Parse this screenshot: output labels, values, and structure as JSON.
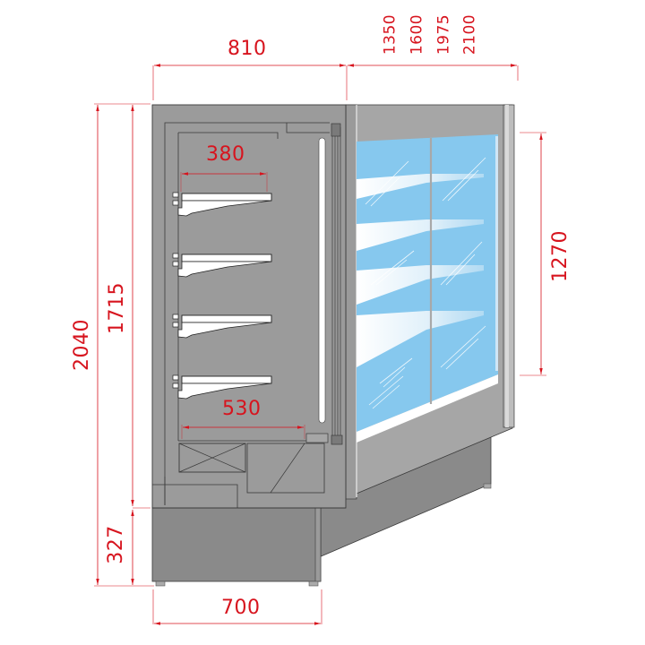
{
  "diagram": {
    "subject": "refrigerated multideck display cabinet - side section and front perspective",
    "colors": {
      "dimension": "#d7141e",
      "body_gray": "#9b9b9b",
      "dark_gray": "#858585",
      "glass_blue": "#86c8ee",
      "outline": "#3a3a3a",
      "white": "#ffffff"
    },
    "dimensions": {
      "depth_overall": "810",
      "length_options": [
        "1350",
        "1600",
        "1975",
        "2100"
      ],
      "height_overall": "2040",
      "height_display": "1715",
      "height_base": "327",
      "glass_height": "1270",
      "shelf_depth_upper": "380",
      "shelf_depth_bottom": "530",
      "base_depth": "700"
    },
    "shelves_count": 4
  }
}
